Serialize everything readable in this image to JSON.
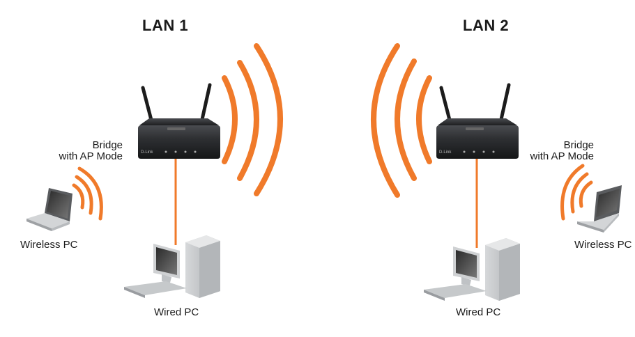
{
  "diagram": {
    "lan1": {
      "title": "LAN 1",
      "router_label": [
        "Bridge",
        "with AP Mode"
      ],
      "wireless_pc_label": "Wireless PC",
      "wired_pc_label": "Wired PC"
    },
    "lan2": {
      "title": "LAN 2",
      "router_label": [
        "Bridge",
        "with AP Mode"
      ],
      "wireless_pc_label": "Wireless PC",
      "wired_pc_label": "Wired PC"
    },
    "router_brand": "D-Link",
    "colors": {
      "signal": "#f07a2a",
      "link": "#f07a2a",
      "router": "#2b2d30",
      "device": "#c9cbcd"
    }
  }
}
